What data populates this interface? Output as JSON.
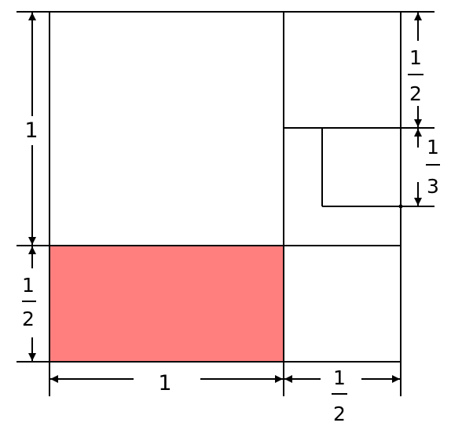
{
  "colors": {
    "shaded": "#ff7f7f",
    "line": "#000000",
    "background": "#ffffff"
  },
  "labels": {
    "left_big": "1",
    "left_small_num": "1",
    "left_small_den": "2",
    "bottom_big": "1",
    "bottom_small_num": "1",
    "bottom_small_den": "2",
    "right_top_num": "1",
    "right_top_den": "2",
    "right_mid_num": "1",
    "right_mid_den": "3"
  }
}
